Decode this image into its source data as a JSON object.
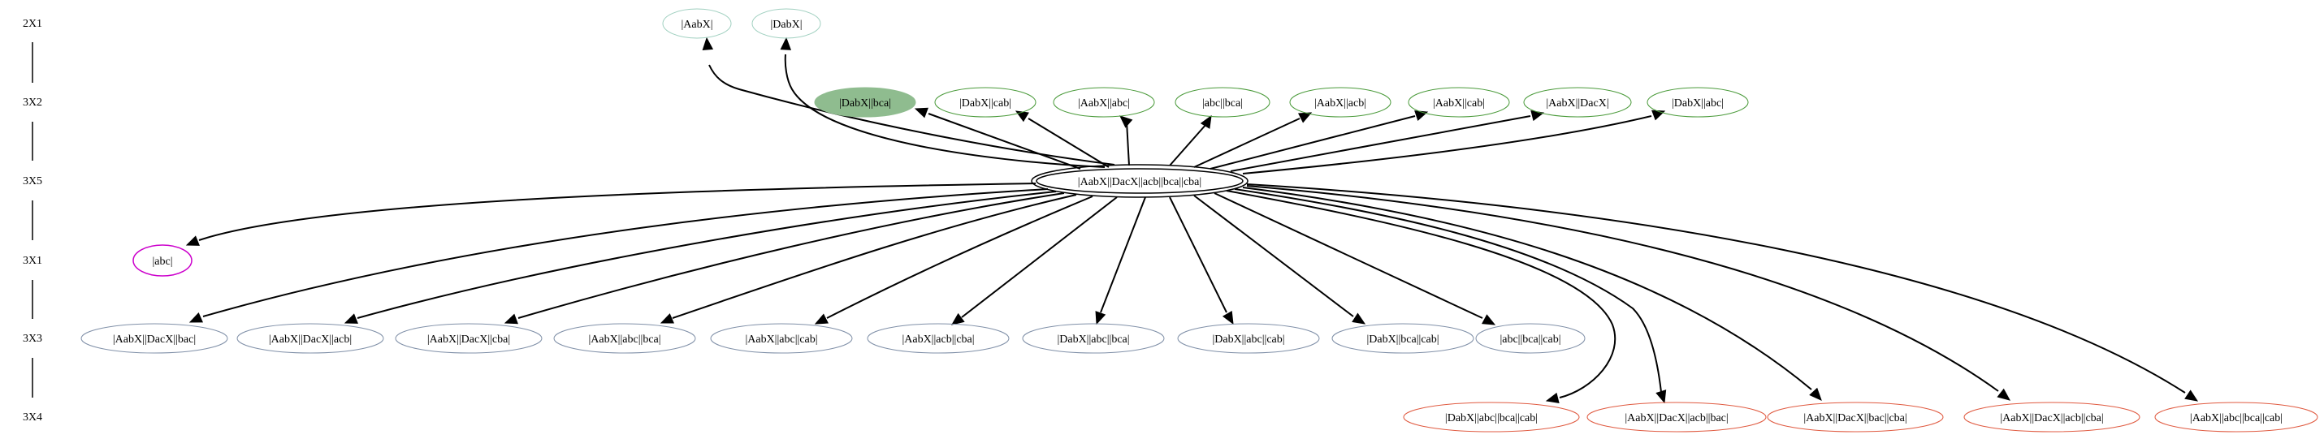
{
  "colors": {
    "rank_2X1": "#a0d0c0",
    "rank_3X2": "#4a9a3a",
    "rank_3X2_fill": "#8fbc8f",
    "rank_3X5": "#000000",
    "rank_3X1": "#cc00cc",
    "rank_3X3": "#8090a8",
    "rank_3X4": "#e05a40"
  },
  "ranks": [
    {
      "id": "2X1",
      "label": "2X1"
    },
    {
      "id": "3X2",
      "label": "3X2"
    },
    {
      "id": "3X5",
      "label": "3X5"
    },
    {
      "id": "3X1",
      "label": "3X1"
    },
    {
      "id": "3X3",
      "label": "3X3"
    },
    {
      "id": "3X4",
      "label": "3X4"
    }
  ],
  "nodes": {
    "2X1": [
      {
        "label": "|AabX|"
      },
      {
        "label": "|DabX|"
      }
    ],
    "3X2": [
      {
        "label": "|DabX||bca|",
        "filled": true
      },
      {
        "label": "|DabX||cab|"
      },
      {
        "label": "|AabX||abc|"
      },
      {
        "label": "|abc||bca|"
      },
      {
        "label": "|AabX||acb|"
      },
      {
        "label": "|AabX||cab|"
      },
      {
        "label": "|AabX||DacX|"
      },
      {
        "label": "|DabX||abc|"
      }
    ],
    "3X5": [
      {
        "label": "|AabX||DacX||acb||bca||cba|",
        "double": true
      }
    ],
    "3X1": [
      {
        "label": "|abc|"
      }
    ],
    "3X3": [
      {
        "label": "|AabX||DacX||bac|"
      },
      {
        "label": "|AabX||DacX||acb|"
      },
      {
        "label": "|AabX||DacX||cba|"
      },
      {
        "label": "|AabX||abc||bca|"
      },
      {
        "label": "|AabX||abc||cab|"
      },
      {
        "label": "|AabX||acb||cba|"
      },
      {
        "label": "|DabX||abc||bca|"
      },
      {
        "label": "|DabX||abc||cab|"
      },
      {
        "label": "|DabX||bca||cab|"
      },
      {
        "label": "|abc||bca||cab|"
      }
    ],
    "3X4": [
      {
        "label": "|DabX||abc||bca||cab|"
      },
      {
        "label": "|AabX||DacX||acb||bac|"
      },
      {
        "label": "|AabX||DacX||bac||cba|"
      },
      {
        "label": "|AabX||DacX||acb||cba|"
      },
      {
        "label": "|AabX||abc||bca||cab|"
      }
    ]
  }
}
